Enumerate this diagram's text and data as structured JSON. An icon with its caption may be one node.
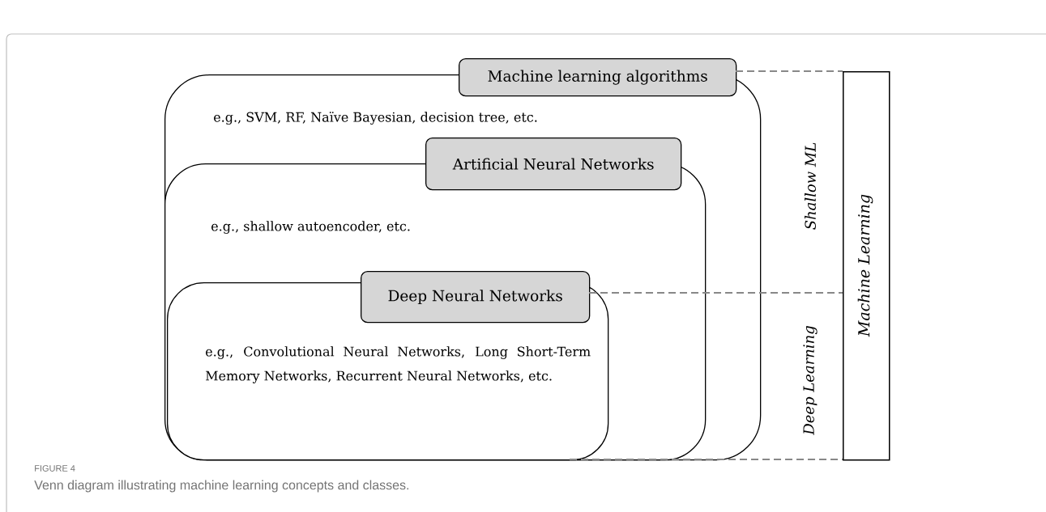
{
  "diagram": {
    "caption": "Venn diagram illustrating machine learning concepts and classes.",
    "nodes": [
      {
        "text": [
          "Machine learning algorithms",
          "e.g., SVM, RF, Naïve Bayesian, decision tree, etc."
        ]
      },
      {
        "text": [
          "Artificial Neural Networks",
          "e.g., shallow autoencoder, etc."
        ],
        "in": 0
      },
      {
        "text": [
          "Deep Neural Networks",
          "e.g., Convolutional Neural Networks, Long Short-Term Memory Networks, Recurrent Neural Networks, etc."
        ],
        "in": 1
      },
      {
        "text": [
          "Machine Learning"
        ]
      }
    ],
    "edges": [
      {
        "from": 0,
        "to": 3,
        "arrow": "none",
        "style": "dashed",
        "color": "#888888"
      },
      {
        "from": 2,
        "to": 3,
        "arrow": "none",
        "style": "dashed",
        "color": "#888888"
      },
      {
        "from": 2,
        "to": 3,
        "arrow": "none",
        "style": "dashed",
        "color": "#888888"
      }
    ],
    "labels": [
      "Shallow ML",
      "Deep Learning",
      "FIGURE 4"
    ]
  }
}
